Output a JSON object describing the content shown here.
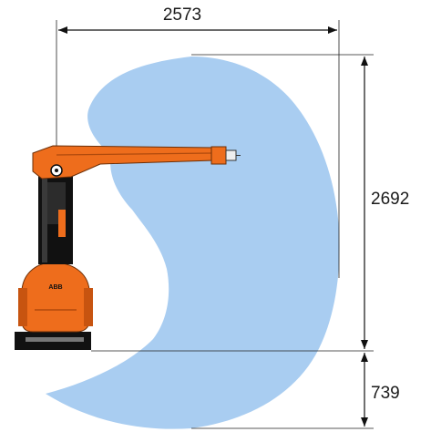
{
  "diagram": {
    "dimensions": {
      "horizontal_reach": "2573",
      "vertical_reach": "2692",
      "below_base": "739"
    },
    "robot": {
      "logo_text": "ABB",
      "body_color": "#ee6d1c",
      "dark_color": "#111111"
    },
    "work_envelope_color": "#a9cdf1"
  }
}
